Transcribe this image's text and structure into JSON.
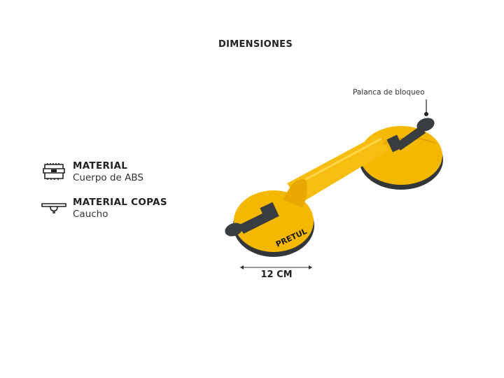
{
  "title": "DIMENSIONES",
  "specs": [
    {
      "icon": "toolbox-icon",
      "heading": "MATERIAL",
      "value": "Cuerpo de ABS"
    },
    {
      "icon": "suction-cup-icon",
      "heading": "MATERIAL COPAS",
      "value": "Caucho"
    }
  ],
  "callout": "Palanca de bloqueo",
  "dimension": "12 CM",
  "brand": "PRETUL",
  "colors": {
    "yellow": "#f5b800",
    "dark": "#3a3d40"
  }
}
